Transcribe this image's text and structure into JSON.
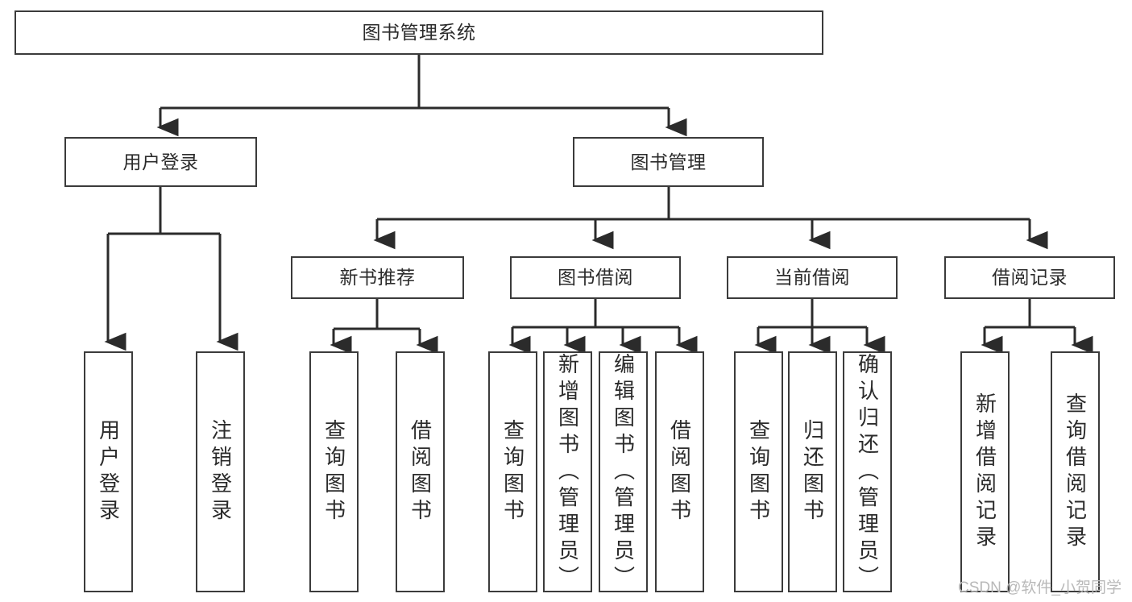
{
  "diagram": {
    "title": "图书管理系统",
    "type": "tree-hierarchy",
    "watermark": "CSDN @软件_小贺同学",
    "colors": {
      "box_border": "#3b3b3b",
      "box_fill": "#ffffff",
      "connector": "#2b2b2b",
      "text": "#2b2b2b",
      "watermark": "#b9b9b9"
    },
    "root": {
      "label": "图书管理系统"
    },
    "level2": [
      {
        "label": "用户登录"
      },
      {
        "label": "图书管理"
      }
    ],
    "level3": [
      {
        "label": "新书推荐"
      },
      {
        "label": "图书借阅"
      },
      {
        "label": "当前借阅"
      },
      {
        "label": "借阅记录"
      }
    ],
    "leaves": {
      "user_login": [
        {
          "label": "用户登录"
        },
        {
          "label": "注销登录"
        }
      ],
      "new_book_recommend": [
        {
          "label": "查询图书"
        },
        {
          "label": "借阅图书"
        }
      ],
      "book_borrow": [
        {
          "label": "查询图书"
        },
        {
          "label": "新增图书（管理员）"
        },
        {
          "label": "编辑图书（管理员）"
        },
        {
          "label": "借阅图书"
        }
      ],
      "current_borrow": [
        {
          "label": "查询图书"
        },
        {
          "label": "归还图书"
        },
        {
          "label": "确认归还（管理员）"
        }
      ],
      "borrow_record": [
        {
          "label": "新增借阅记录"
        },
        {
          "label": "查询借阅记录"
        }
      ]
    }
  }
}
